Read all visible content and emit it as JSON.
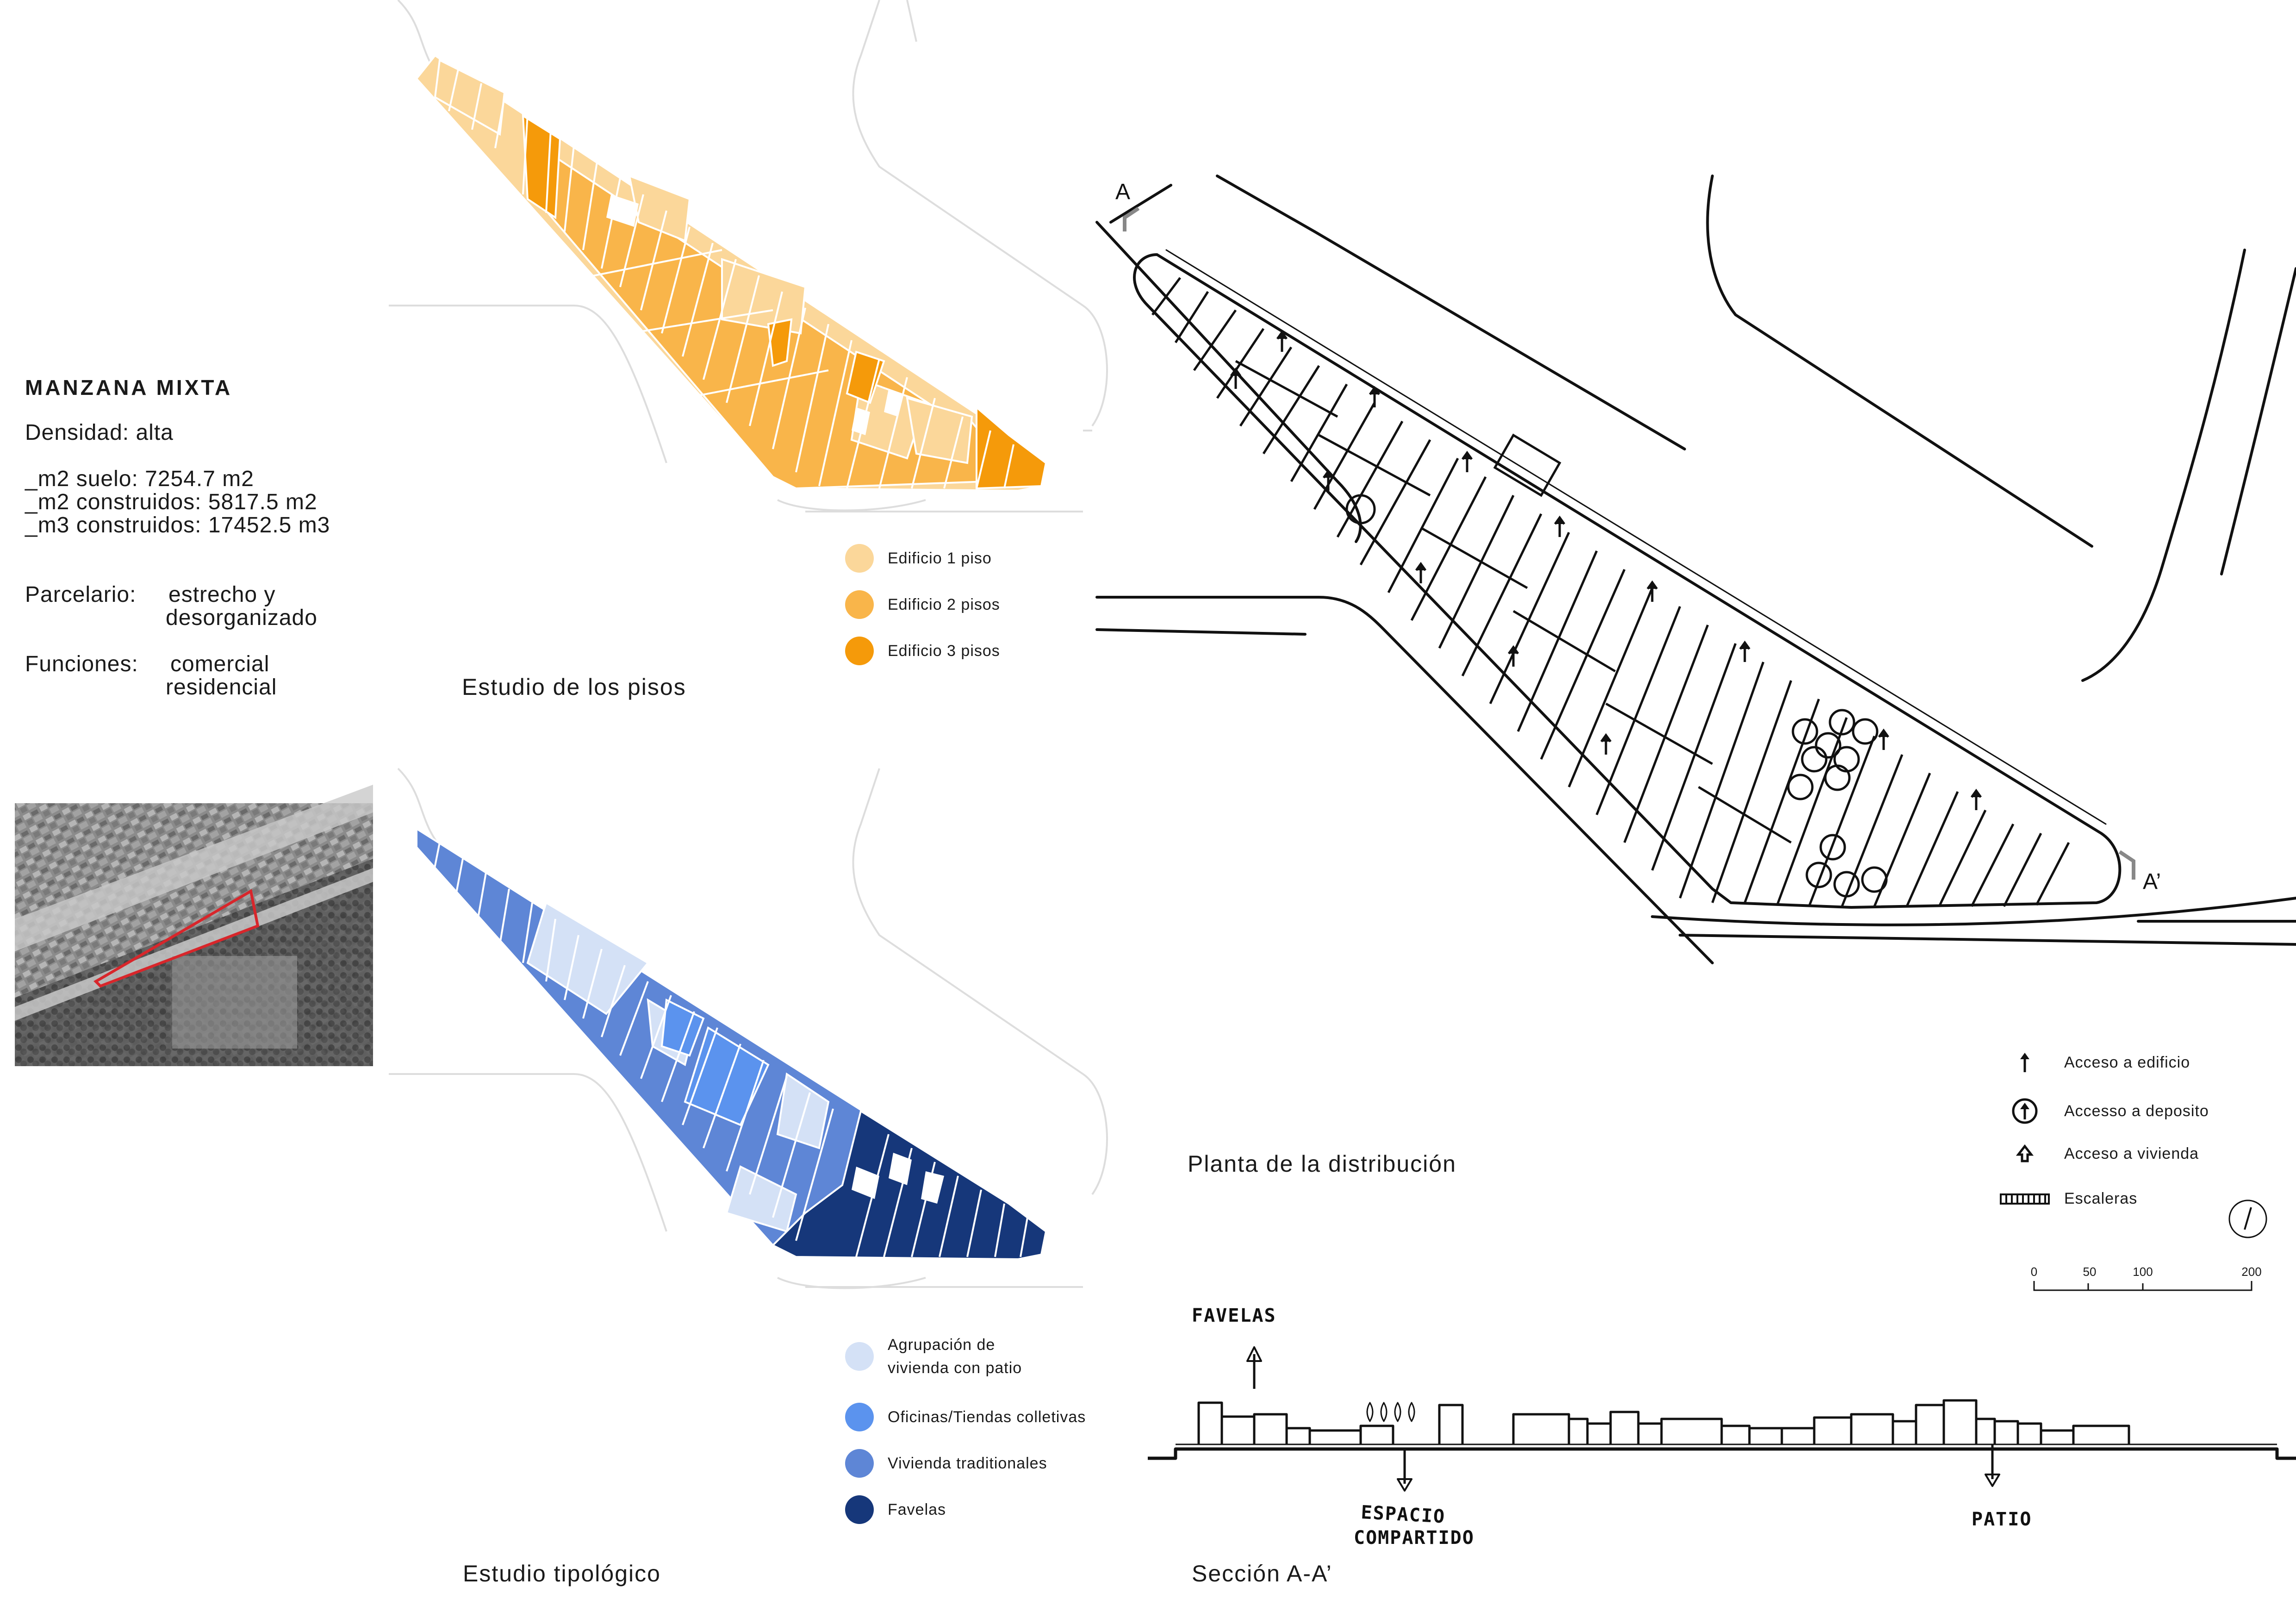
{
  "info": {
    "title": "MANZANA MIXTA",
    "density": "Densidad: alta",
    "m2_suelo": "_m2 suelo: 7254.7 m2",
    "m2_construidos": "_m2 construidos: 5817.5 m2",
    "m3_construidos": "_m3 construidos: 17452.5 m3",
    "parcelario_label": "Parcelario:",
    "parcelario_line1": "estrecho y",
    "parcelario_line2": "desorganizado",
    "funciones_label": "Funciones:",
    "funciones_line1": "comercial",
    "funciones_line2": "residencial"
  },
  "floors_study": {
    "caption": "Estudio de los pisos",
    "legend": [
      {
        "label": "Edificio 1 piso",
        "color": "#fbd79a"
      },
      {
        "label": "Edificio 2 pisos",
        "color": "#f9b54a"
      },
      {
        "label": "Edificio 3 pisos",
        "color": "#f59a0a"
      }
    ]
  },
  "typology_study": {
    "caption": "Estudio tipológico",
    "legend": [
      {
        "label_line1": "Agrupación de",
        "label_line2": "vivienda con patio",
        "color": "#d4e1f6"
      },
      {
        "label_line1": "Oficinas/Tiendas colletivas",
        "label_line2": "",
        "color": "#5b93ee"
      },
      {
        "label_line1": "Vivienda traditionales",
        "label_line2": "",
        "color": "#5e86d6"
      },
      {
        "label_line1": "Favelas",
        "label_line2": "",
        "color": "#16377a"
      }
    ]
  },
  "plan": {
    "caption": "Planta de la distribución",
    "section_start": "A",
    "section_end": "A’",
    "legend": [
      {
        "label": "Acceso a edificio",
        "icon": "arrow-icon"
      },
      {
        "label": "Accesso a deposito",
        "icon": "circled-arrow-icon"
      },
      {
        "label": "Acceso a vivienda",
        "icon": "open-arrow-icon"
      },
      {
        "label": "Escaleras",
        "icon": "stairs-icon"
      }
    ],
    "scale_ticks": [
      "0",
      "50",
      "100",
      "200"
    ]
  },
  "section": {
    "caption": "Sección A-A’",
    "annotation_favelas": "FAVELAS",
    "annotation_espacio": "ESPACIO",
    "annotation_compartido": "COMPARTIDO",
    "annotation_patio": "PATIO"
  }
}
